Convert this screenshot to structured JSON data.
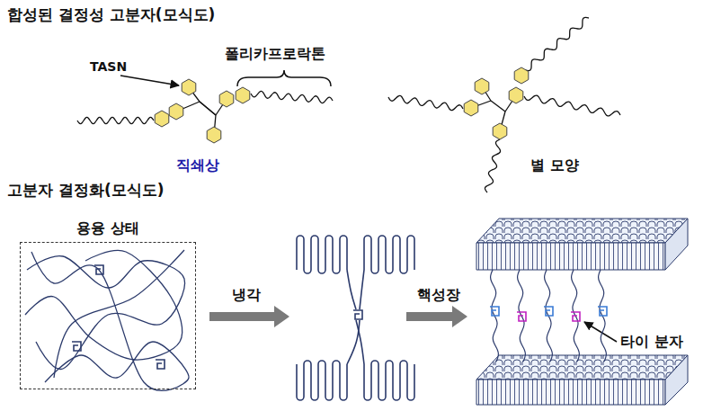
{
  "diagram": {
    "title": "합성된 결정성 고분자(모식도)",
    "nodes": [
      {
        "text": [
          "용융 상태"
        ]
      }
    ],
    "labels": [
      "고분자 결정화(모식도)",
      "TASN",
      "폴리카프로락톤",
      "직쇄상",
      "별 모양",
      "냉각",
      "핵성장",
      "타이 분자"
    ]
  }
}
